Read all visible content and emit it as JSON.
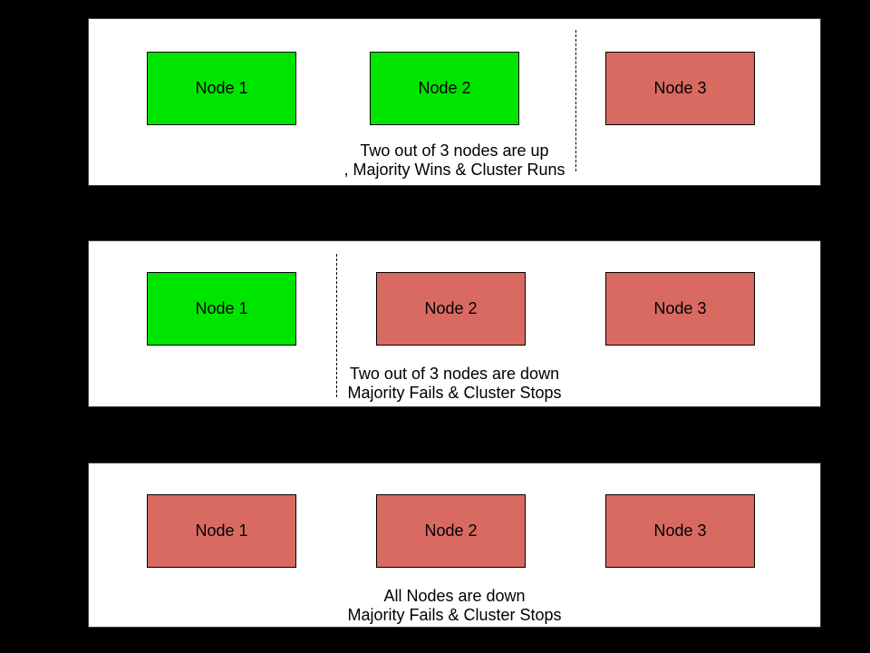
{
  "colors": {
    "node_up": "#00E500",
    "node_down": "#D96A62",
    "panel_bg": "#FFFFFF",
    "panel_border": "#424242",
    "node_border": "#000000",
    "background": "#000000",
    "text": "#000000"
  },
  "panels": [
    {
      "name": "two-nodes-up",
      "nodes": [
        {
          "label": "Node 1",
          "status": "up"
        },
        {
          "label": "Node 2",
          "status": "up"
        },
        {
          "label": "Node 3",
          "status": "down"
        }
      ],
      "divider": {
        "present": true,
        "position": "between-node2-and-node3"
      },
      "caption_line1": "Two out of 3 nodes are up",
      "caption_line2": ", Majority Wins & Cluster Runs"
    },
    {
      "name": "two-nodes-down",
      "nodes": [
        {
          "label": "Node 1",
          "status": "up"
        },
        {
          "label": "Node 2",
          "status": "down"
        },
        {
          "label": "Node 3",
          "status": "down"
        }
      ],
      "divider": {
        "present": true,
        "position": "between-node1-and-node2"
      },
      "caption_line1": "Two out of 3 nodes are down",
      "caption_line2": "Majority Fails & Cluster Stops"
    },
    {
      "name": "all-nodes-down",
      "nodes": [
        {
          "label": "Node 1",
          "status": "down"
        },
        {
          "label": "Node 2",
          "status": "down"
        },
        {
          "label": "Node 3",
          "status": "down"
        }
      ],
      "divider": {
        "present": false
      },
      "caption_line1": "All Nodes are down",
      "caption_line2": "Majority Fails & Cluster Stops"
    }
  ]
}
